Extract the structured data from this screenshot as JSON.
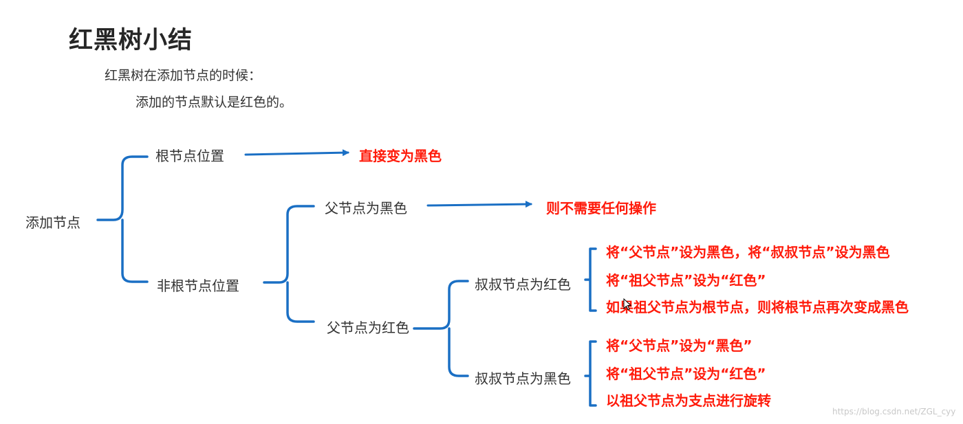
{
  "title": "红黑树小结",
  "intro": {
    "line1": "红黑树在添加节点的时候：",
    "line2": "添加的节点默认是红色的。"
  },
  "diagram": {
    "root": "添加节点",
    "root_position": {
      "label": "根节点位置",
      "action": "直接变为黑色"
    },
    "non_root_position": {
      "label": "非根节点位置",
      "parent_black": {
        "label": "父节点为黑色",
        "action": "则不需要任何操作"
      },
      "parent_red": {
        "label": "父节点为红色",
        "uncle_red": {
          "label": "叔叔节点为红色",
          "actions": [
            "将“父节点”设为黑色，将“叔叔节点”设为黑色",
            "将“祖父节点”设为“红色”",
            "如果祖父节点为根节点，则将根节点再次变成黑色"
          ]
        },
        "uncle_black": {
          "label": "叔叔节点为黑色",
          "actions": [
            "将“父节点”设为“黑色”",
            "将“祖父节点”设为“红色”",
            "以祖父节点为支点进行旋转"
          ]
        }
      }
    }
  },
  "colors": {
    "bracket_blue": "#1a6fc4",
    "action_red": "#ff1a0a"
  },
  "watermark": "https://blog.csdn.net/ZGL_cyy"
}
